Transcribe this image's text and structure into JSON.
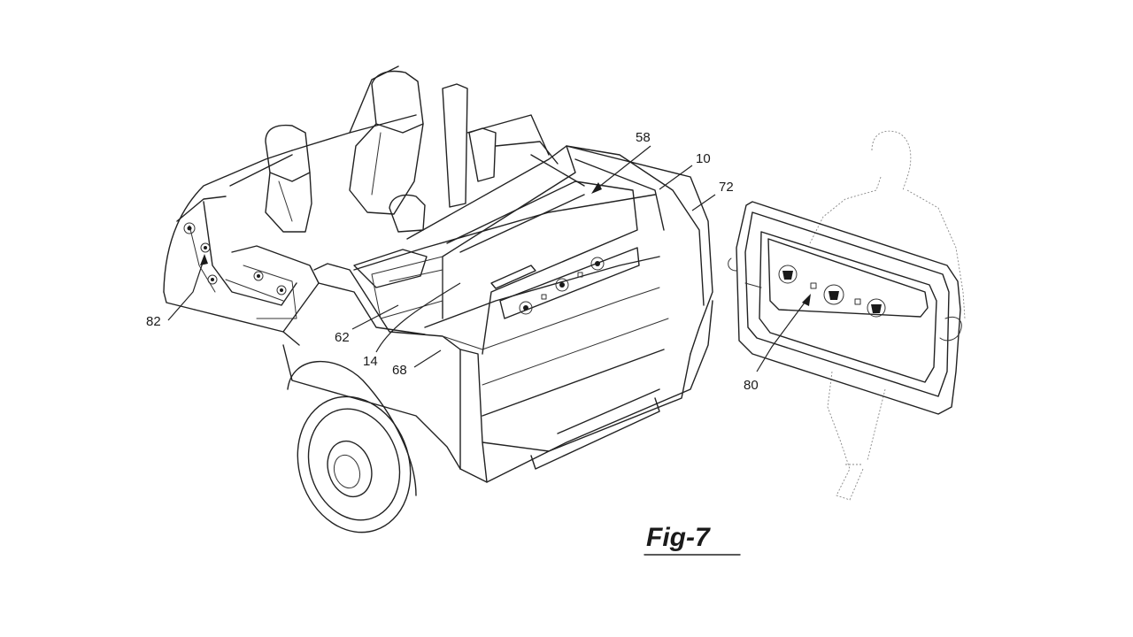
{
  "figure": {
    "title": "Fig-7",
    "reference_numerals": {
      "vehicle": "10",
      "cargo_area": "14",
      "panel_stowed": "58",
      "panel_partition": "62",
      "bed_side_left": "68",
      "bed_side_right": "72",
      "door_panel": "80",
      "door_opening": "82"
    }
  }
}
